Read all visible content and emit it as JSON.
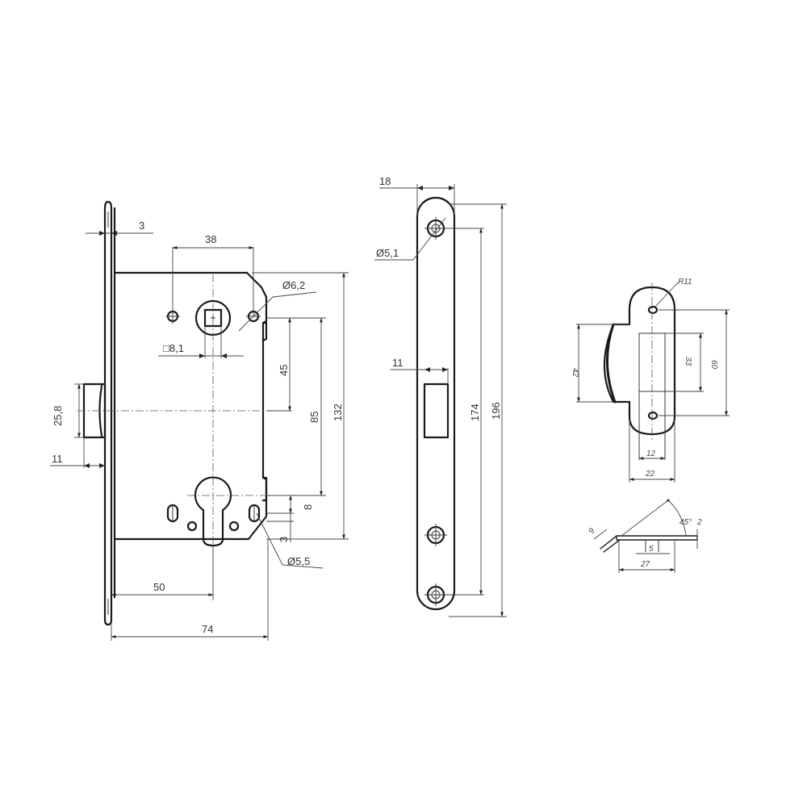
{
  "drawing": {
    "title": "Mortice magnetic lock technical drawing",
    "colors": {
      "line": "#1a1a1a",
      "dimension": "#444444",
      "text": "#333333",
      "background": "#ffffff"
    }
  },
  "lock_body": {
    "dimensions": {
      "faceplate_thickness": "3",
      "spindle_hole_spacing": "38",
      "fixing_hole_diameter": "Ø6,2",
      "spindle_square": "□8,1",
      "latch_height": "25,8",
      "latch_projection": "11",
      "handle_to_latch": "45",
      "handle_to_cylinder": "85",
      "body_height": "132",
      "cylinder_offset": "8",
      "lower_offset": "3",
      "lower_hole_diameter": "Ø5,5",
      "backset": "50",
      "body_depth": "74"
    }
  },
  "faceplate": {
    "dimensions": {
      "width": "18",
      "screw_hole_diameter": "Ø5,1",
      "latch_opening_width": "11",
      "screw_spacing": "174",
      "total_length": "196"
    }
  },
  "strike_plate": {
    "dimensions": {
      "radius": "R11",
      "lip_height": "42",
      "opening_height": "33",
      "hole_spacing": "60",
      "opening_width": "12",
      "plate_width": "22"
    }
  },
  "strike_side_view": {
    "dimensions": {
      "lip_offset": "9",
      "angle": "45°",
      "thickness": "2",
      "tab_width": "5",
      "base_length": "27"
    }
  }
}
